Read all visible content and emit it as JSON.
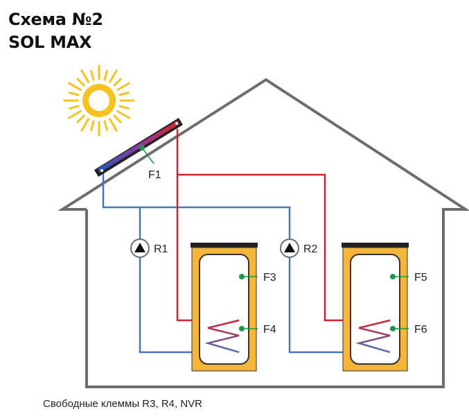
{
  "title": {
    "line1": "Схема №2",
    "line2": "SOL MAX"
  },
  "footer": "Свободные клеммы R3, R4, NVR",
  "colors": {
    "outline": "#6d6d6d",
    "hot_pipe": "#d2202f",
    "cold_pipe": "#4a72b8",
    "tank_fill": "#f5b53a",
    "tank_border": "#333333",
    "sensor": "#1a9a48",
    "sun": "#f6c21c"
  },
  "labels": {
    "collector_sensor": "F1",
    "pump1": "R1",
    "pump2": "R2",
    "tank1_top_sensor": "F3",
    "tank1_bottom_sensor": "F4",
    "tank2_top_sensor": "F5",
    "tank2_bottom_sensor": "F6"
  },
  "icons": {
    "sun": "sun-icon",
    "collector": "solar-collector-icon",
    "pump": "pump-icon"
  }
}
